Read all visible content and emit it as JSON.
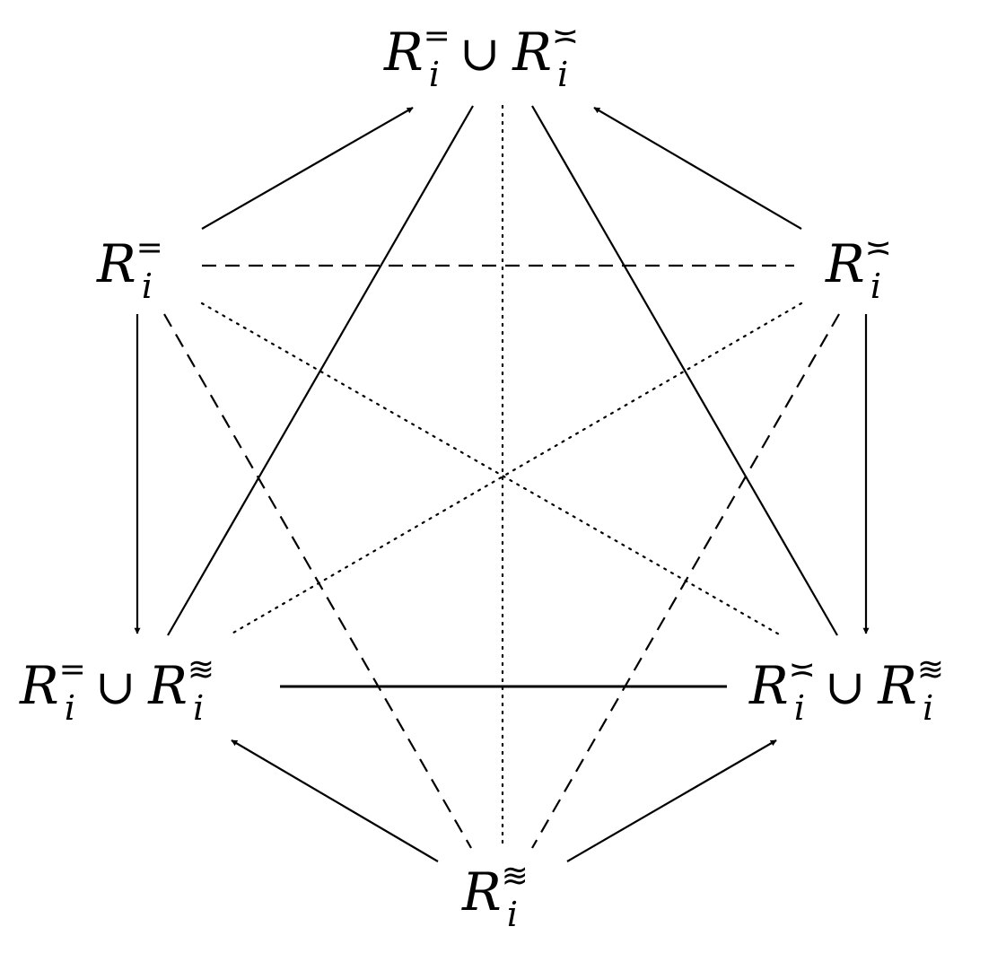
{
  "nodes": {
    "top": {
      "a_base": "R",
      "a_sub": "i",
      "a_sup": "=",
      "union": "∪",
      "b_base": "R",
      "b_sub": "i",
      "b_sup": "≍"
    },
    "left": {
      "base": "R",
      "sub": "i",
      "sup": "="
    },
    "right": {
      "base": "R",
      "sub": "i",
      "sup": "≍"
    },
    "bottom_left": {
      "a_base": "R",
      "a_sub": "i",
      "a_sup": "=",
      "union": "∪",
      "b_base": "R",
      "b_sub": "i",
      "b_sup": "≋"
    },
    "bottom_right": {
      "a_base": "R",
      "a_sub": "i",
      "a_sup": "≍",
      "union": "∪",
      "b_base": "R",
      "b_sub": "i",
      "b_sup": "≋"
    },
    "bottom": {
      "base": "R",
      "sub": "i",
      "sup": "≋"
    }
  },
  "edges": [
    {
      "from": "left",
      "to": "top",
      "style": "arrow"
    },
    {
      "from": "right",
      "to": "top",
      "style": "arrow"
    },
    {
      "from": "left",
      "to": "bottom_left",
      "style": "arrow"
    },
    {
      "from": "right",
      "to": "bottom_right",
      "style": "arrow"
    },
    {
      "from": "bottom",
      "to": "bottom_left",
      "style": "arrow"
    },
    {
      "from": "bottom",
      "to": "bottom_right",
      "style": "arrow"
    },
    {
      "from": "top",
      "to": "bottom_left",
      "style": "solid"
    },
    {
      "from": "top",
      "to": "bottom_right",
      "style": "solid"
    },
    {
      "from": "bottom_left",
      "to": "bottom_right",
      "style": "solid"
    },
    {
      "from": "left",
      "to": "right",
      "style": "dashed"
    },
    {
      "from": "left",
      "to": "bottom",
      "style": "dashed"
    },
    {
      "from": "right",
      "to": "bottom",
      "style": "dashed"
    },
    {
      "from": "top",
      "to": "bottom",
      "style": "dotted"
    },
    {
      "from": "left",
      "to": "bottom_right",
      "style": "dotted"
    },
    {
      "from": "right",
      "to": "bottom_left",
      "style": "dotted"
    }
  ]
}
